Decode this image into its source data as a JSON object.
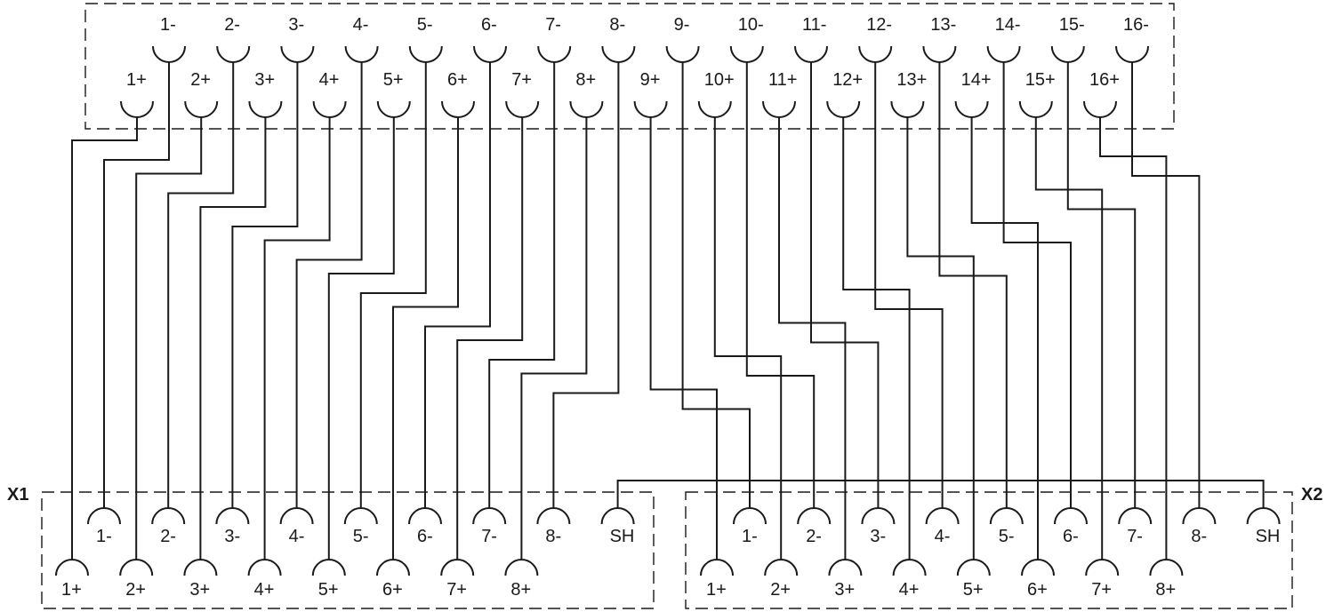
{
  "connectors": {
    "x1": "X1",
    "x2": "X2"
  },
  "top_block": {
    "row_minus": [
      "1-",
      "2-",
      "3-",
      "4-",
      "5-",
      "6-",
      "7-",
      "8-",
      "9-",
      "10-",
      "11-",
      "12-",
      "13-",
      "14-",
      "15-",
      "16-"
    ],
    "row_plus": [
      "1+",
      "2+",
      "3+",
      "4+",
      "5+",
      "6+",
      "7+",
      "8+",
      "9+",
      "10+",
      "11+",
      "12+",
      "13+",
      "14+",
      "15+",
      "16+"
    ]
  },
  "x1": {
    "row_minus": [
      "1-",
      "2-",
      "3-",
      "4-",
      "5-",
      "6-",
      "7-",
      "8-",
      "SH"
    ],
    "row_plus": [
      "1+",
      "2+",
      "3+",
      "4+",
      "5+",
      "6+",
      "7+",
      "8+"
    ]
  },
  "x2": {
    "row_minus": [
      "1-",
      "2-",
      "3-",
      "4-",
      "5-",
      "6-",
      "7-",
      "8-",
      "SH"
    ],
    "row_plus": [
      "1+",
      "2+",
      "3+",
      "4+",
      "5+",
      "6+",
      "7+",
      "8+"
    ]
  }
}
